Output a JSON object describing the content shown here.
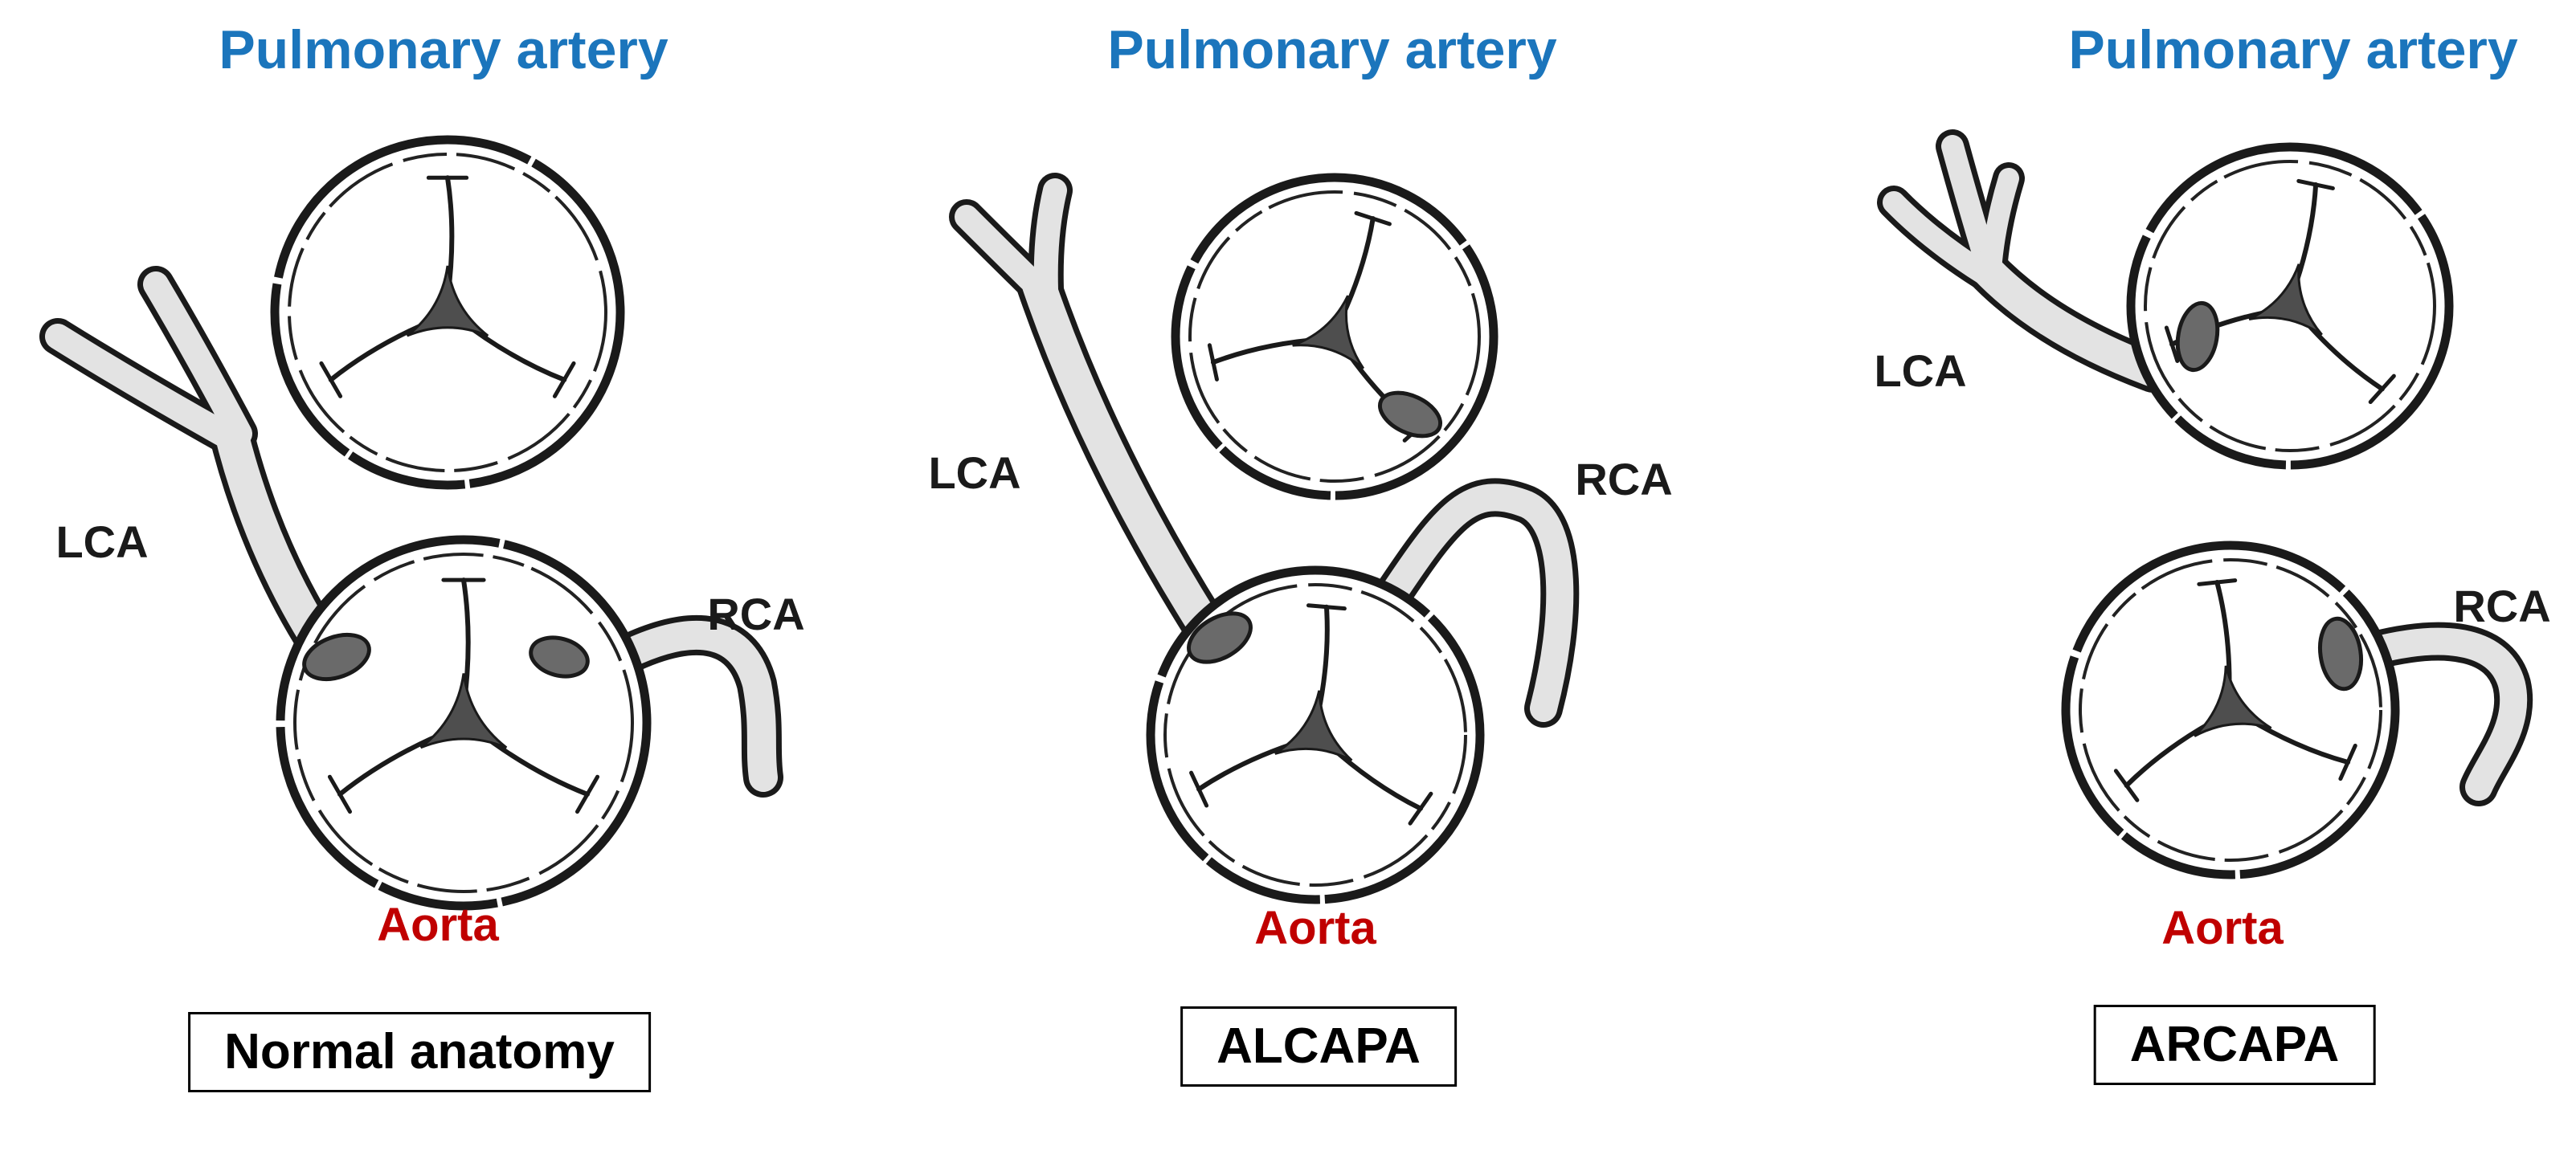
{
  "figure": {
    "panels": [
      {
        "title": "Pulmonary artery",
        "lca": "LCA",
        "rca": "RCA",
        "aorta": "Aorta",
        "caption": "Normal anatomy"
      },
      {
        "title": "Pulmonary artery",
        "lca": "LCA",
        "rca": "RCA",
        "aorta": "Aorta",
        "caption": "ALCAPA"
      },
      {
        "title": "Pulmonary artery",
        "lca": "LCA",
        "rca": "RCA",
        "aorta": "Aorta",
        "caption": "ARCAPA"
      }
    ],
    "colors": {
      "pulmonary_label_blue": "#1b75bc",
      "aorta_label_red": "#c00000",
      "ink": "#1a1a1a",
      "vessel_fill": "#e3e3e3",
      "ostium_fill": "#6a6a6a",
      "background": "#ffffff"
    }
  }
}
